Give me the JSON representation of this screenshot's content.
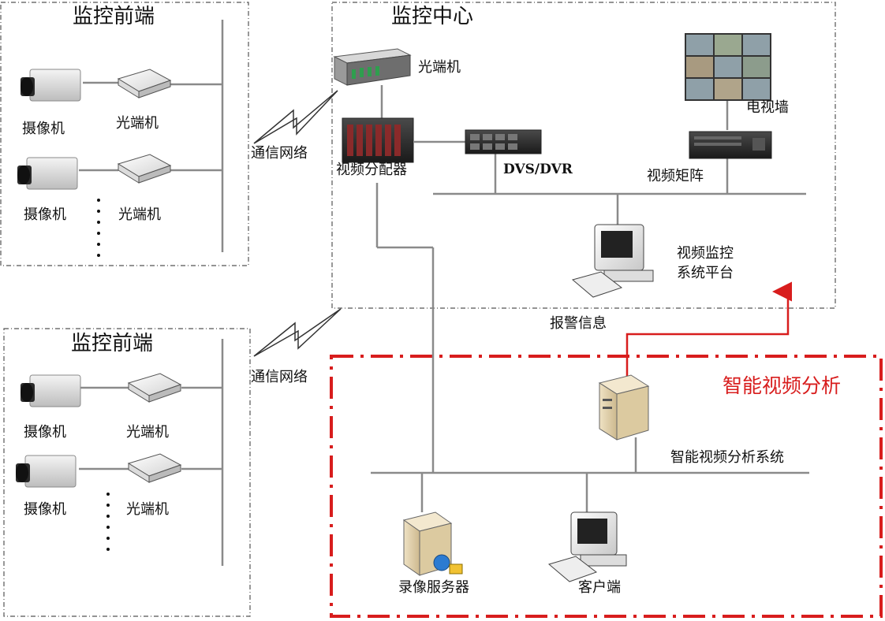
{
  "front_end_1": {
    "title": "监控前端",
    "camera_1": "摄像机",
    "optical_1": "光端机",
    "camera_2": "摄像机",
    "optical_2": "光端机"
  },
  "front_end_2": {
    "title": "监控前端",
    "camera_1": "摄像机",
    "optical_1": "光端机",
    "camera_2": "摄像机",
    "optical_2": "光端机"
  },
  "network": {
    "label_1": "通信网络",
    "label_2": "通信网络"
  },
  "center": {
    "title": "监控中心",
    "optical": "光端机",
    "video_distributor": "视频分配器",
    "dvs_dvr": "DVS/DVR",
    "tv_wall": "电视墙",
    "video_matrix": "视频矩阵",
    "platform_line1": "视频监控",
    "platform_line2": "系统平台"
  },
  "alarm_info": "报警信息",
  "analysis": {
    "title": "智能视频分析",
    "system": "智能视频分析系统",
    "recording_server": "录像服务器",
    "client": "客户端"
  },
  "colors": {
    "alarm": "#d81d1d",
    "line": "#8a8a8a",
    "box": "#555555"
  }
}
